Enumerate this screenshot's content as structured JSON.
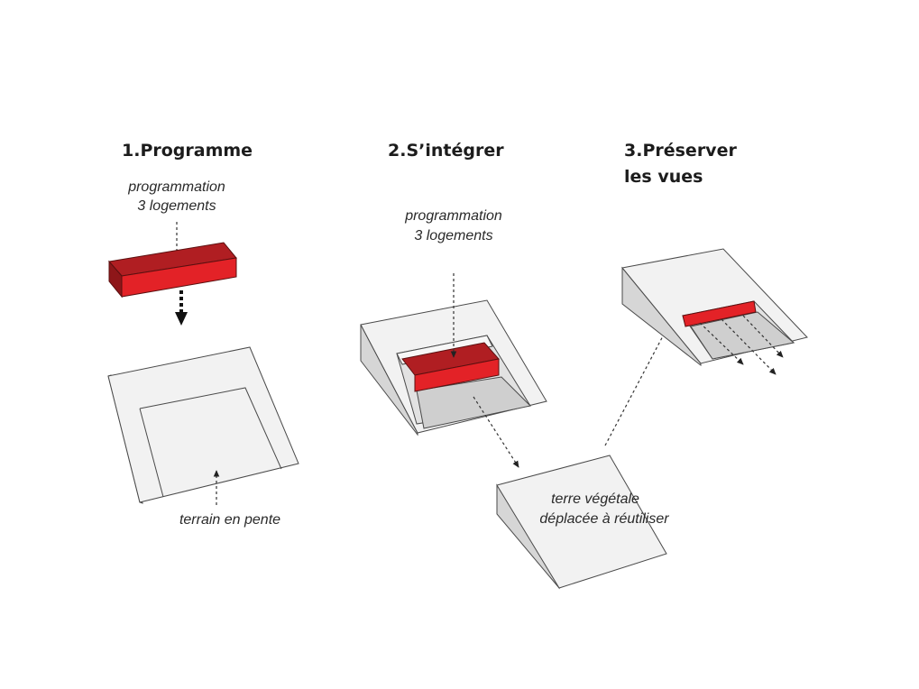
{
  "steps": [
    {
      "title": "1.Programme",
      "notes": [
        "programmation",
        "3 logements"
      ],
      "terrain_label": "terrain en pente"
    },
    {
      "title": "2.S’intégrer",
      "notes": [
        "programmation",
        "3 logements"
      ]
    },
    {
      "title_lines": [
        "3.Préserver",
        "les vues"
      ]
    }
  ],
  "soil": {
    "lines": [
      "terre végétale",
      "déplacée à réutiliser"
    ]
  },
  "colors": {
    "volume_top": "#b01e22",
    "volume_front": "#e32227",
    "terrain": "#f2f2f2",
    "pit": "#cfcfcf"
  }
}
